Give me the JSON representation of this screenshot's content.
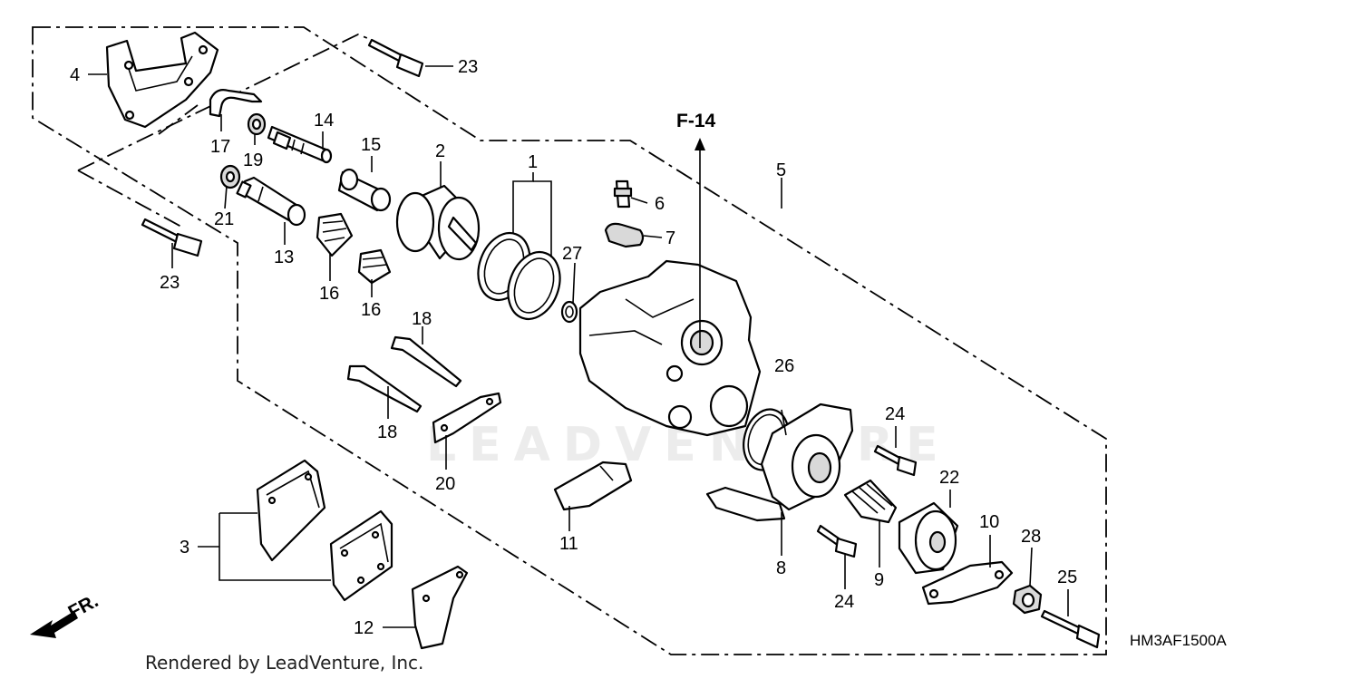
{
  "watermark": "LEADVENTURE",
  "reference_label": "F-14",
  "direction_label": "FR.",
  "diagram_code": "HM3AF1500A",
  "credit": "Rendered by LeadVenture, Inc.",
  "callouts": {
    "c1": "1",
    "c2": "2",
    "c3": "3",
    "c4": "4",
    "c5": "5",
    "c6": "6",
    "c7": "7",
    "c8": "8",
    "c9": "9",
    "c10": "10",
    "c11": "11",
    "c12": "12",
    "c13": "13",
    "c14": "14",
    "c15": "15",
    "c16a": "16",
    "c16b": "16",
    "c17": "17",
    "c18a": "18",
    "c18b": "18",
    "c19": "19",
    "c20": "20",
    "c21": "21",
    "c22": "22",
    "c23a": "23",
    "c23b": "23",
    "c24a": "24",
    "c24b": "24",
    "c25": "25",
    "c26": "26",
    "c27": "27",
    "c28": "28"
  }
}
